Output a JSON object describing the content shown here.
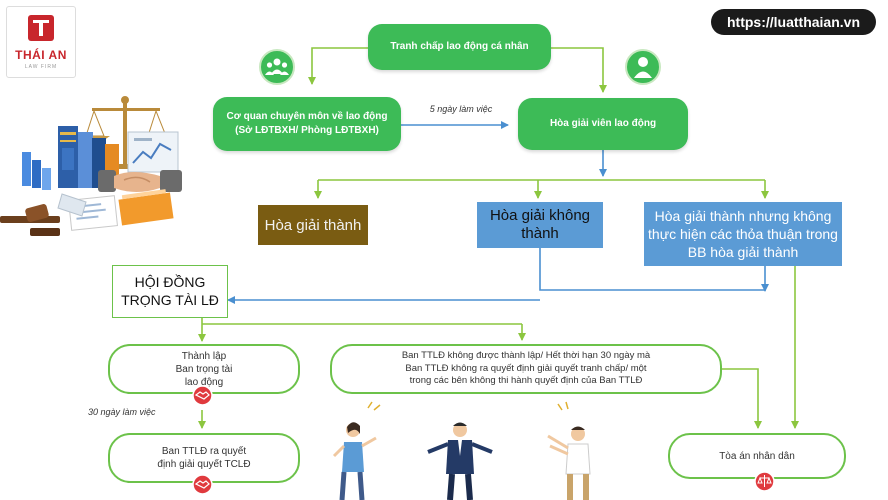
{
  "header": {
    "logo": {
      "name": "THÁI AN",
      "subtitle": "LAW FIRM"
    },
    "url": "https://luatthaian.vn"
  },
  "flow": {
    "top": "Tranh chấp lao động cá nhân",
    "agency": {
      "line1": "Cơ quan chuyên môn về lao động",
      "line2": "(Sở LĐTBXH/ Phòng LĐTBXH)"
    },
    "transfer_label": "5 ngày làm việc",
    "mediator": "Hòa giải viên lao động",
    "outcomes": {
      "success": "Hòa giải thành",
      "failure": {
        "line1": "Hòa giải không",
        "line2": "thành"
      },
      "success_unfulfilled": {
        "line1": "Hòa giải thành nhưng không",
        "line2": "thực hiện các thỏa thuận trong",
        "line3": "BB hòa giải thành"
      }
    },
    "council": {
      "line1": "HỘI ĐỒNG",
      "line2": "TRỌNG TÀI LĐ"
    },
    "established": {
      "line1": "Thành lập",
      "line2": "Ban trọng tài",
      "line3": "lao động"
    },
    "days_label": "30 ngày làm việc",
    "decision": {
      "line1": "Ban TTLĐ ra quyết",
      "line2": "định giải quyết TCLĐ"
    },
    "not_established": {
      "line1": "Ban TTLĐ không được thành lập/ Hết thời hạn 30 ngày mà",
      "line2": "Ban TTLĐ không ra quyết định giải quyết tranh chấp/ một",
      "line3": "trong các bên không thi hành quyết định của Ban TTLĐ"
    },
    "court": "Tòa án nhân dân"
  },
  "colors": {
    "green": "#3dbb57",
    "outline_green": "#6cc24a",
    "arrow_blue": "#4a8fd0",
    "arrow_green": "#8cc63f",
    "success_fill": "#7a5c12",
    "failure_fill": "#5b9bd5",
    "url_badge": "#1b1b1b",
    "brand_red": "#c8262c"
  }
}
